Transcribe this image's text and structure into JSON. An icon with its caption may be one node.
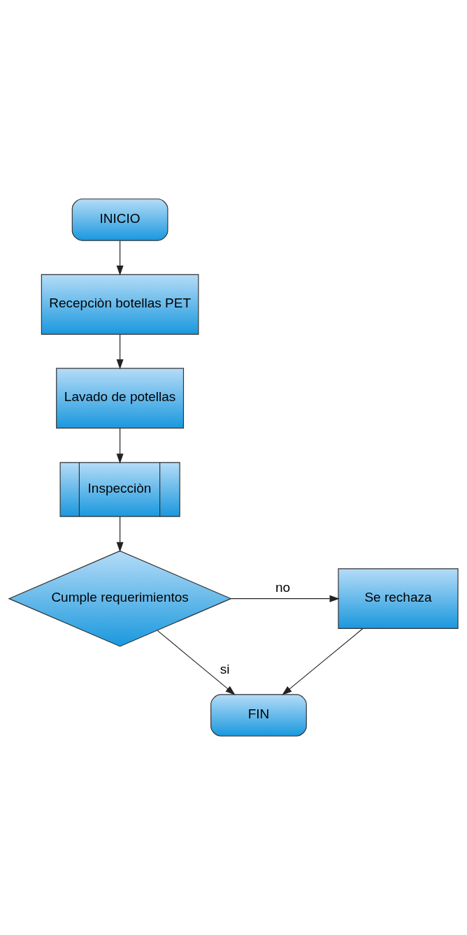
{
  "diagram": {
    "nodes": [
      {
        "text": [
          "INICIO"
        ]
      },
      {
        "text": [
          "Recepciòn botellas PET"
        ]
      },
      {
        "text": [
          "Lavado de potellas"
        ]
      },
      {
        "text": [
          "Inspecciòn"
        ]
      },
      {
        "text": [
          "Cumple requerimientos"
        ]
      },
      {
        "text": [
          "Se rechaza"
        ]
      },
      {
        "text": [
          "FIN"
        ]
      }
    ],
    "edges": [
      {
        "from": 0,
        "to": 1,
        "arrow": "to"
      },
      {
        "from": 1,
        "to": 2,
        "arrow": "to"
      },
      {
        "from": 2,
        "to": 3,
        "arrow": "to"
      },
      {
        "from": 3,
        "to": 4,
        "arrow": "to"
      },
      {
        "from": 4,
        "to": 5,
        "arrow": "to",
        "label": "no"
      },
      {
        "from": 4,
        "to": 6,
        "arrow": "to",
        "label": "si"
      },
      {
        "from": 5,
        "to": 6,
        "arrow": "to"
      }
    ]
  }
}
